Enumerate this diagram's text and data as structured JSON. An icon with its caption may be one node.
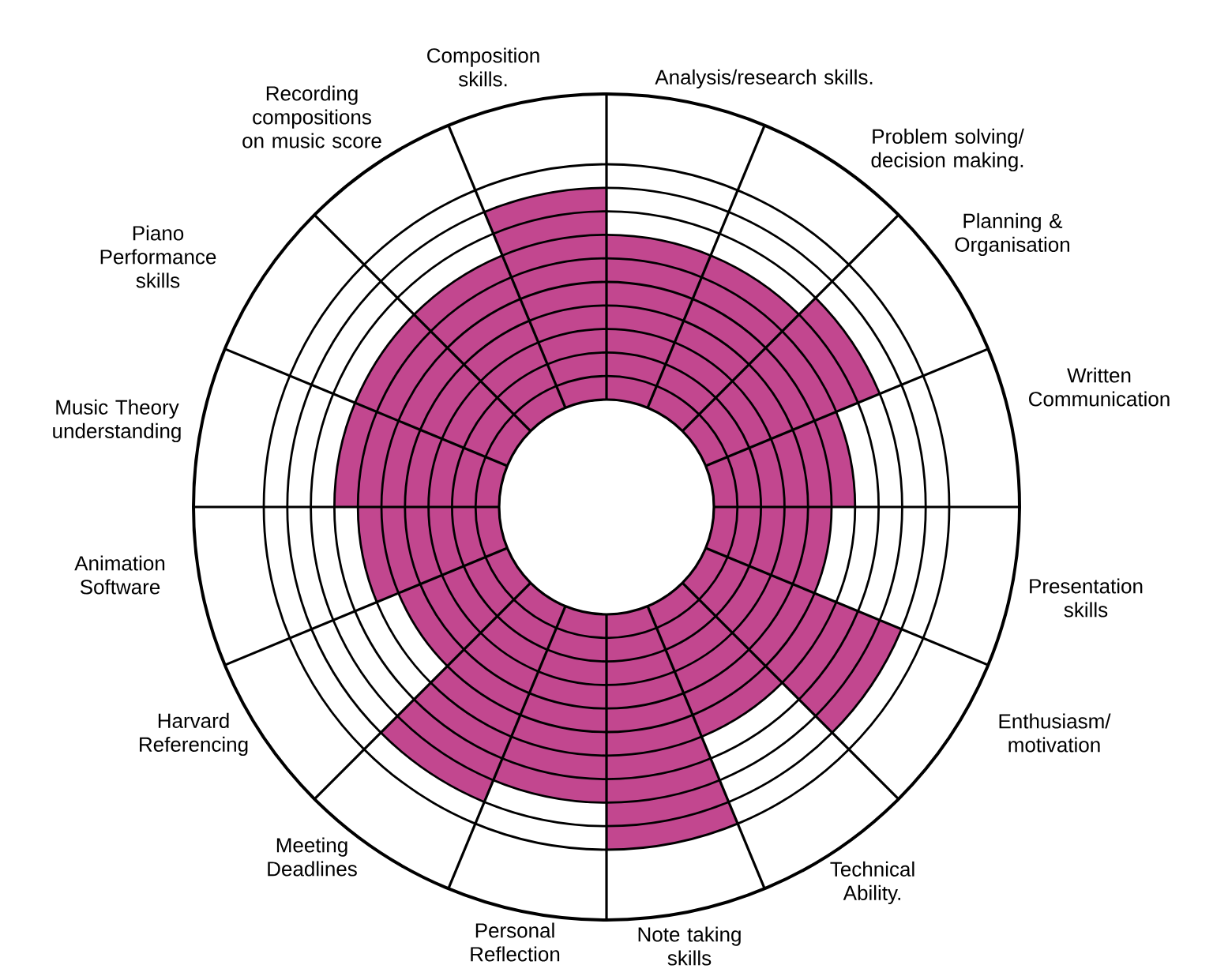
{
  "diagram": {
    "labels": [
      "Analysis/research skills.",
      "Problem solving/ decision making.",
      "Planning & Organisation",
      "Written Communication",
      "Presentation skills",
      "Enthusiasm/ motivation",
      "Technical Ability.",
      "Note taking skills",
      "Personal Reflection",
      "Meeting Deadlines",
      "Harvard Referencing",
      "Animation Software",
      "Music Theory understanding",
      "Piano Performance skills",
      "Recording compositions on music score",
      "Composition skills."
    ]
  }
}
